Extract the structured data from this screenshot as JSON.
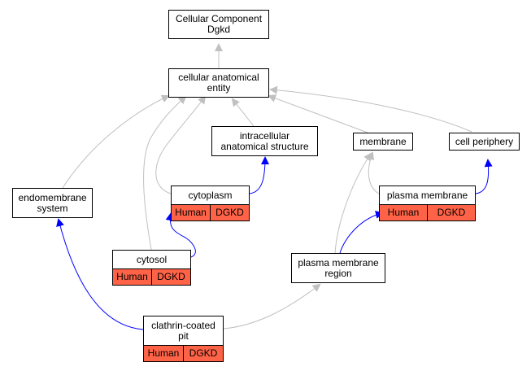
{
  "nodes": {
    "root": "Cellular Component\nDgkd",
    "cae": "cellular anatomical\nentity",
    "ias": "intracellular\nanatomical structure",
    "membrane": "membrane",
    "periphery": "cell periphery",
    "endo": "endomembrane\nsystem",
    "cytoplasm": "cytoplasm",
    "pm": "plasma membrane",
    "cytosol": "cytosol",
    "pmr": "plasma membrane\nregion",
    "ccp": "clathrin-coated\npit"
  },
  "annotation": {
    "species": "Human",
    "gene": "DGKD"
  },
  "colors": {
    "annotation_fill": "#ff6347",
    "is_a_edge": "#c0c0c0",
    "part_of_edge": "#0000ff"
  }
}
